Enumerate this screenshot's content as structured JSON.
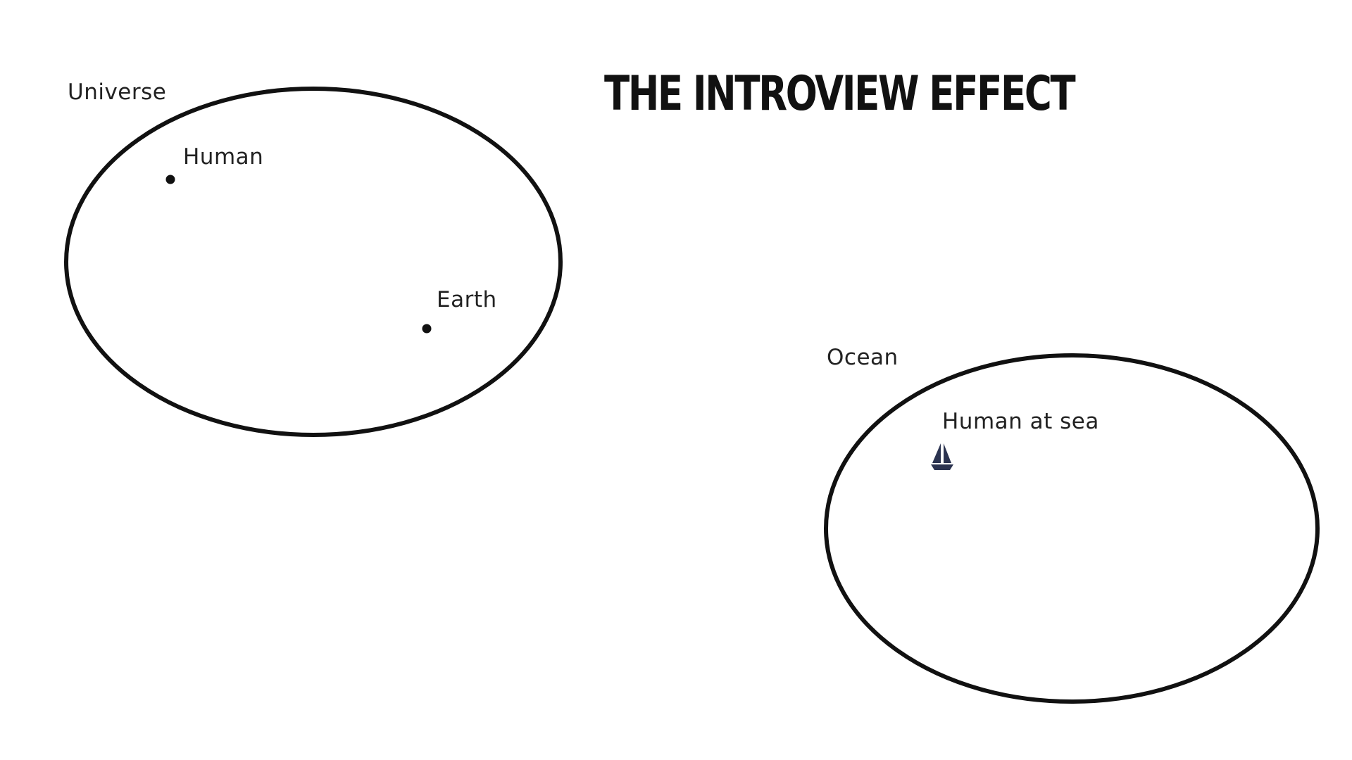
{
  "title": "THE INTROVIEW EFFECT",
  "universe": {
    "label": "Universe",
    "human_label": "Human",
    "earth_label": "Earth"
  },
  "ocean": {
    "label": "Ocean",
    "human_label": "Human at sea"
  },
  "icons": {
    "sailboat": "sailboat-icon"
  },
  "colors": {
    "outline": "#111111",
    "sailboat": "#2b3350",
    "text": "#222222"
  }
}
